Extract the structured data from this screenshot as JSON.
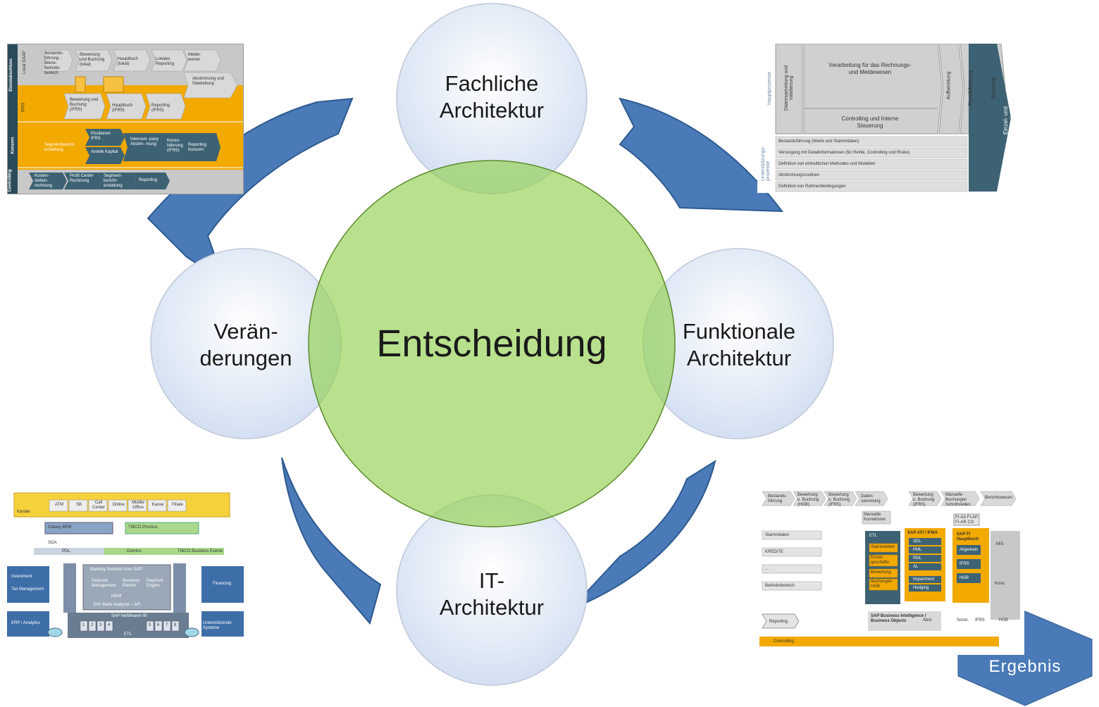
{
  "center": {
    "label": "Entscheidung",
    "color": "#92d050"
  },
  "circles": {
    "top": {
      "line1": "Fachliche",
      "line2": "Architektur"
    },
    "right": {
      "line1": "Funktionale",
      "line2": "Architektur"
    },
    "bottom": {
      "line1": "IT-",
      "line2": "Architektur"
    },
    "left": {
      "line1": "Verän-",
      "line2": "derungen"
    }
  },
  "result_badge": {
    "label": "Ergebnis"
  },
  "colors": {
    "arrow": "#4a7ab7",
    "arrow_dark": "#2e5a91",
    "badge": "#4a7ab7",
    "orange": "#f2a900",
    "teal": "#3d6273"
  },
  "thumb_top_left": {
    "side_labels": [
      "Einzelabschluss",
      "Konzern",
      "Controlling"
    ],
    "col_labels": [
      "Local GAAP",
      "IFRS"
    ],
    "row1": [
      "Bestands-führung - Werte- Betriebs bereich",
      "Bewertung und Buchung (lokal)",
      "Hauptbuch (lokal)",
      "Lokales Reporting",
      "Melde- wesen"
    ],
    "row2": [
      "Bewertung und Buchung (IFRS)",
      "Hauptbuch (IFRS)",
      "Reporting (IFRS)",
      "Abstimmung und Überleitung"
    ],
    "row3": [
      "Positionen IFRS",
      "Intercom- pany Abstim- mung",
      "Konso- lidierung (IFRS)",
      "Reporting Konzern"
    ],
    "row3b": [
      "Anteile Kapital",
      "Segmentbericht- erstattung"
    ],
    "row4": [
      "Kosten- stellen- rechnung",
      "Profit Center Rechnung",
      "Segment- bericht- erstattung",
      "Reporting"
    ]
  },
  "thumb_top_right": {
    "side_a": "Hauptprozesse",
    "side_b": "Unterstützungs- prozesse",
    "col1": "Datensammlung und Validierung",
    "main1": "Verarbeitung für das Rechnungs- und Meldewesen",
    "main2": "Controlling und Interne Steuerung",
    "col3": "Aufbereitung",
    "col4": "Plausibilisierung",
    "col5": "Reporting",
    "final": "Einzel- und Konzern- abschluss",
    "rows": [
      "Bestandsführung (Werte und Stammdaten)",
      "Versorgung mit Detailinformationen (für ReWe, Controlling und Risiko)",
      "Definition von einheitlichen Methoden und Modellen",
      "Abstimmungsroutinen",
      "Definition von Rahmenbedingungen"
    ]
  },
  "thumb_bottom_left": {
    "channel": "Kanäle",
    "channels": [
      "ATM",
      "SB",
      "Call Center",
      "Online",
      "Middle Office",
      "Kasse",
      "Filiale"
    ],
    "bpm1": "Galaxy BPM",
    "bpm2": "TIBCO Prozess",
    "mid": [
      "PDL",
      "Domino",
      "TIBCO Business Events"
    ],
    "left_boxes": [
      "Investment",
      "Tax Management"
    ],
    "inner_title": "Banking Services from SAP",
    "inner": [
      "Deposits Management",
      "Business Partner",
      "Payment Engine",
      "MDM",
      "SAP Bank Analyzer – AFI"
    ],
    "right_box": "Financing",
    "bottom_left": "ERP / Analytics",
    "bottom_right": "Unterstützende Systeme",
    "bus": "SAP NetWeaver BI",
    "etl": "ETL",
    "nums": [
      "1",
      "2",
      "3",
      "4",
      "5",
      "6",
      "7",
      "8"
    ],
    "soa": "SOA"
  },
  "thumb_bottom_right": {
    "steps": [
      "Bestands- führung",
      "Bewertung u. Buchung (HGB)",
      "Bewertung u. Buchung (IFRS)",
      "Daten- sammlung",
      "Bewertung u. Buchung (IFRS)",
      "Manuelle Buchungen Schnittstellen",
      "Berichtswesen"
    ],
    "manual": "Manuelle Korrekturen",
    "left_rows": [
      "Stammdaten",
      "KREDITE",
      "...",
      "Betriebsbereich"
    ],
    "etl": "ETL",
    "etl_items": [
      "Stammdaten",
      "Einzel- geschäfte",
      "Bewertung",
      "Buchungen HGB"
    ],
    "afi_title": "SAP AFI / IFMA",
    "afi_items": [
      "SDL",
      "PML",
      "RDL",
      "AL",
      "Impairment",
      "Hedging"
    ],
    "fi_top": "FI-AA FI-AP FI-AR CO",
    "fi_title": "SAP FI Hauptbuch",
    "fi_items": [
      "Allgemein",
      "IFRS",
      "HGB"
    ],
    "mis": "MIS",
    "kons": "Kons.",
    "bi": "SAP Business Intelligence / Business Objects",
    "bottom_boxes": [
      "Abst.",
      "Sonst.",
      "IFRS",
      "HGB"
    ],
    "reporting": "Reporting",
    "controlling": "Controlling"
  }
}
